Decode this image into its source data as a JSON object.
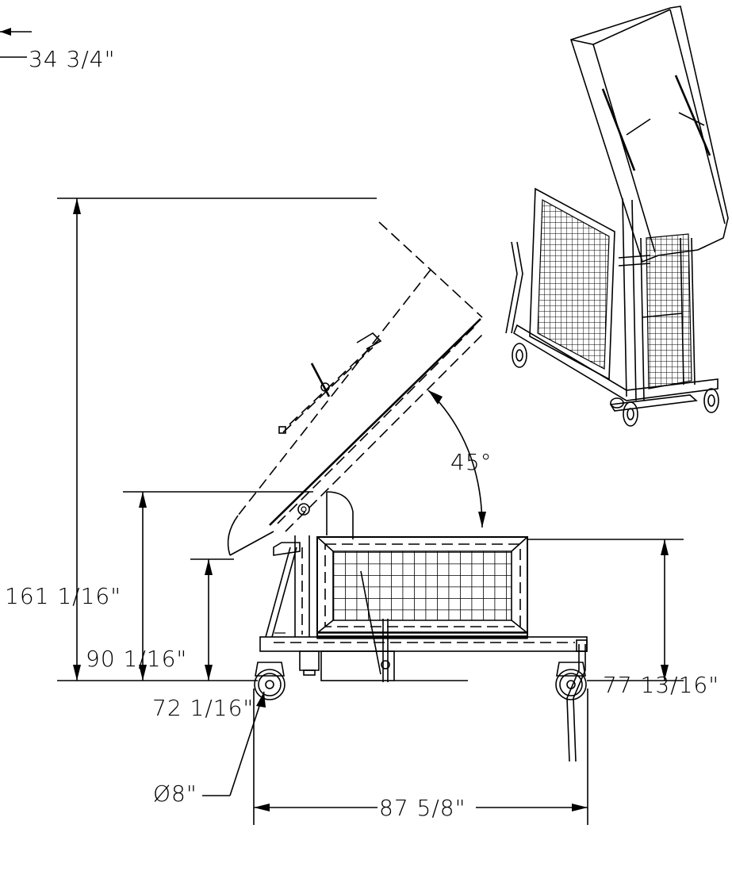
{
  "dimensions": {
    "top_width": "34 3/4\"",
    "overall_height_raised": "161 1/16\"",
    "pivot_height": "90 1/16\"",
    "chute_lip_height": "72 1/16\"",
    "cart_height": "77 13/16\"",
    "overall_length": "87 5/8\"",
    "wheel_diameter": "Ø8\"",
    "dump_angle": "45°"
  }
}
